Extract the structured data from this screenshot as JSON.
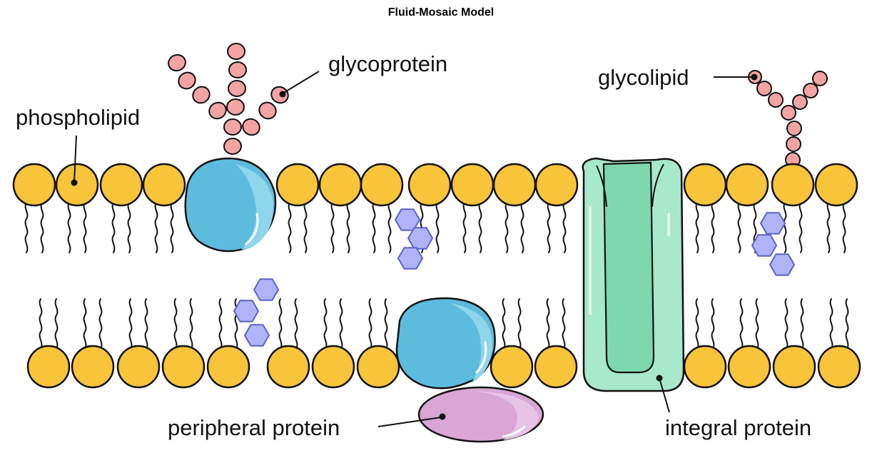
{
  "title": "Fluid-Mosaic Model",
  "labels": {
    "phospholipid": "phospholipid",
    "glycoprotein": "glycoprotein",
    "glycolipid": "glycolipid",
    "peripheral_protein": "peripheral protein",
    "integral_protein": "integral protein"
  },
  "colors": {
    "lipid_head": "#F8C43A",
    "carbohydrate": "#F4A3A3",
    "cholesterol": "#AEB4F6",
    "globular_protein": "#5DBCDD",
    "peripheral_protein": "#D9A6D6",
    "integral_protein": "#A8E8CC"
  }
}
